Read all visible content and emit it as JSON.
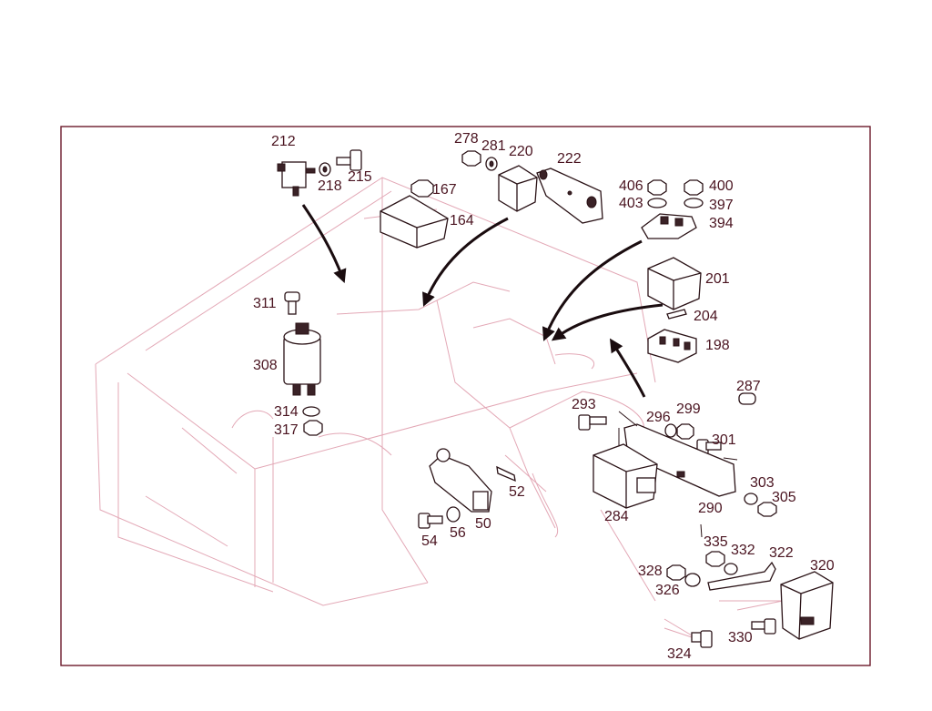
{
  "colors": {
    "frame": "#6b1a2a",
    "ghost_body": "#e3a8b6",
    "label": "#4a1420",
    "arrow": "#1a0c0f"
  },
  "callouts": {
    "p212": "212",
    "p218": "218",
    "p215": "215",
    "p167": "167",
    "p164": "164",
    "p278": "278",
    "p281": "281",
    "p220": "220",
    "p222": "222",
    "p406": "406",
    "p400": "400",
    "p403": "403",
    "p397": "397",
    "p394": "394",
    "p201": "201",
    "p204": "204",
    "p198": "198",
    "p311": "311",
    "p308": "308",
    "p314": "314",
    "p317": "317",
    "p287": "287",
    "p293": "293",
    "p296": "296",
    "p299": "299",
    "p301": "301",
    "p303": "303",
    "p305": "305",
    "p290": "290",
    "p284": "284",
    "p52": "52",
    "p50": "50",
    "p54": "54",
    "p56": "56",
    "p335": "335",
    "p332": "332",
    "p322": "322",
    "p320": "320",
    "p328": "328",
    "p326": "326",
    "p330": "330",
    "p324": "324"
  }
}
